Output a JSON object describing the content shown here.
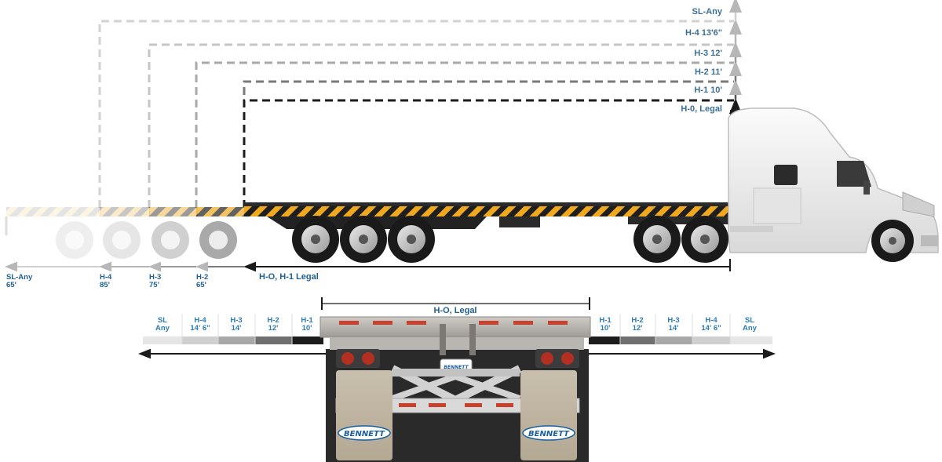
{
  "colors": {
    "accent": "#2a7bb8",
    "stripe_yellow": "#f0a81e",
    "trailer_dark": "#1d1d1d",
    "truck_white": "#f2f2f2",
    "bennett_blue": "#1a5fa0"
  },
  "height_labels": {
    "sl_any": "SL-Any",
    "h4": "H-4 13'6\"",
    "h3": "H-3 12'",
    "h2": "H-2 11'",
    "h1": "H-1 10'",
    "h0": "H-0, Legal"
  },
  "length_labels": {
    "sl_any": {
      "name": "SL-Any",
      "value": "65'"
    },
    "h4": {
      "name": "H-4",
      "value": "85'"
    },
    "h3": {
      "name": "H-3",
      "value": "75'"
    },
    "h2": {
      "name": "H-2",
      "value": "65'"
    },
    "h0_h1": "H-O, H-1 Legal"
  },
  "width_labels": {
    "center": "H-O, Legal",
    "left": [
      {
        "name": "SL",
        "value": "Any"
      },
      {
        "name": "H-4",
        "value": "14' 6\""
      },
      {
        "name": "H-3",
        "value": "14'"
      },
      {
        "name": "H-2",
        "value": "12'"
      },
      {
        "name": "H-1",
        "value": "10'"
      }
    ],
    "right": [
      {
        "name": "H-1",
        "value": "10'"
      },
      {
        "name": "H-2",
        "value": "12'"
      },
      {
        "name": "H-3",
        "value": "14'"
      },
      {
        "name": "H-4",
        "value": "14' 6\""
      },
      {
        "name": "SL",
        "value": "Any"
      }
    ]
  },
  "logo": {
    "mudflap_text": "BENNETT",
    "badge_text": "BENNETT"
  }
}
